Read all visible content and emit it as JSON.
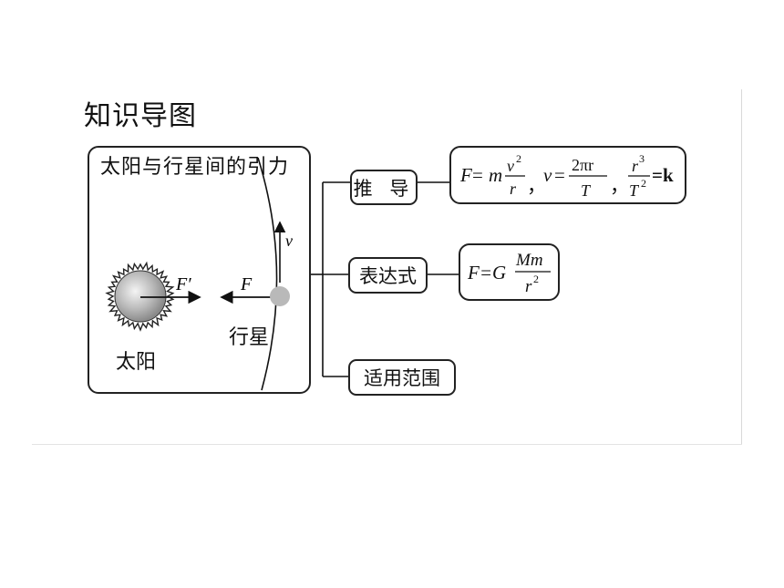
{
  "title": "知识导图",
  "left_panel": {
    "title": "太阳与行星间的引力",
    "sun_label": "太阳",
    "planet_label": "行星",
    "force_on_sun": "F′",
    "force_on_planet": "F",
    "velocity": "v"
  },
  "branches": {
    "derive": "推 导",
    "expression": "表达式",
    "scope": "适用范围"
  },
  "formulas": {
    "derive": {
      "F": "F",
      "eq": "=",
      "m": "m",
      "v2": "v",
      "sup2": "2",
      "r": "r",
      "comma1": "，",
      "v": "v",
      "two_pi_r": "2πr",
      "T": "T",
      "comma2": "，",
      "r3": "r",
      "sup3": "3",
      "T2": "T",
      "eqk": "=k"
    },
    "expression": {
      "lhs": "F=G",
      "Mm": "Mm",
      "r": "r",
      "sup2": "2"
    }
  }
}
